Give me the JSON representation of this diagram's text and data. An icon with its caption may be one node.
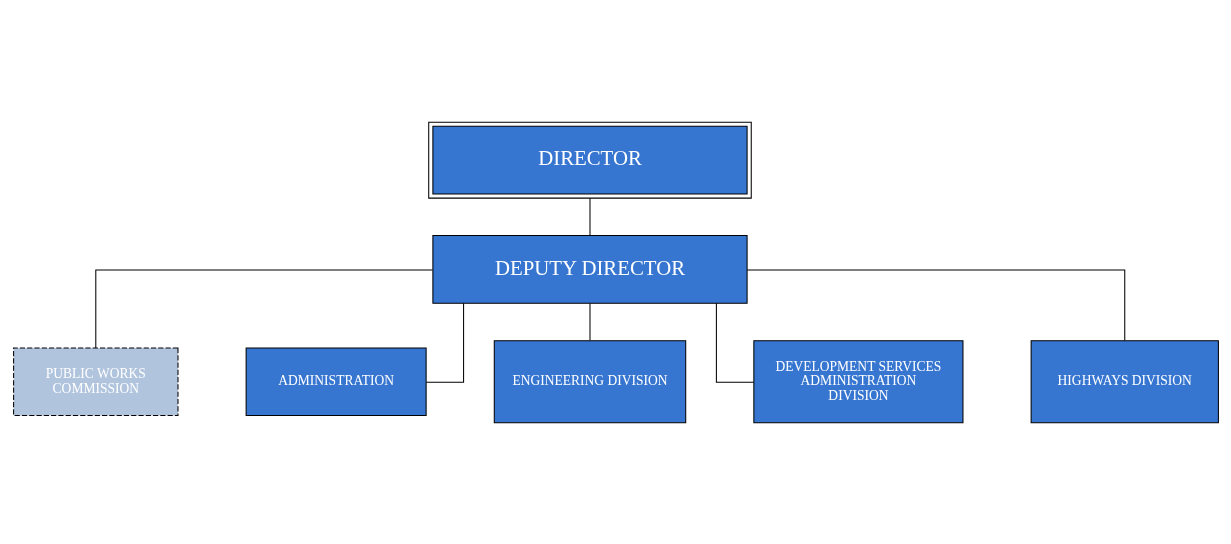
{
  "diagram": {
    "nodes": [
      {
        "text": [
          "DIRECTOR"
        ]
      },
      {
        "text": [
          "DEPUTY DIRECTOR"
        ]
      },
      {
        "text": [
          "PUBLIC WORKS COMMISSION"
        ]
      },
      {
        "text": [
          "ADMINISTRATION"
        ]
      },
      {
        "text": [
          "ENGINEERING DIVISION"
        ]
      },
      {
        "text": [
          "DEVELOPMENT SERVICES ADMINISTRATION DIVISION"
        ]
      },
      {
        "text": [
          "HIGHWAYS DIVISION"
        ]
      }
    ],
    "edges": [
      {
        "from": 0,
        "to": 1,
        "arrow": "none"
      },
      {
        "from": 1,
        "to": 2,
        "arrow": "none"
      },
      {
        "from": 1,
        "to": 3,
        "arrow": "none"
      },
      {
        "from": 1,
        "to": 4,
        "arrow": "none"
      },
      {
        "from": 1,
        "to": 5,
        "arrow": "none"
      },
      {
        "from": 1,
        "to": 6,
        "arrow": "none"
      }
    ]
  }
}
